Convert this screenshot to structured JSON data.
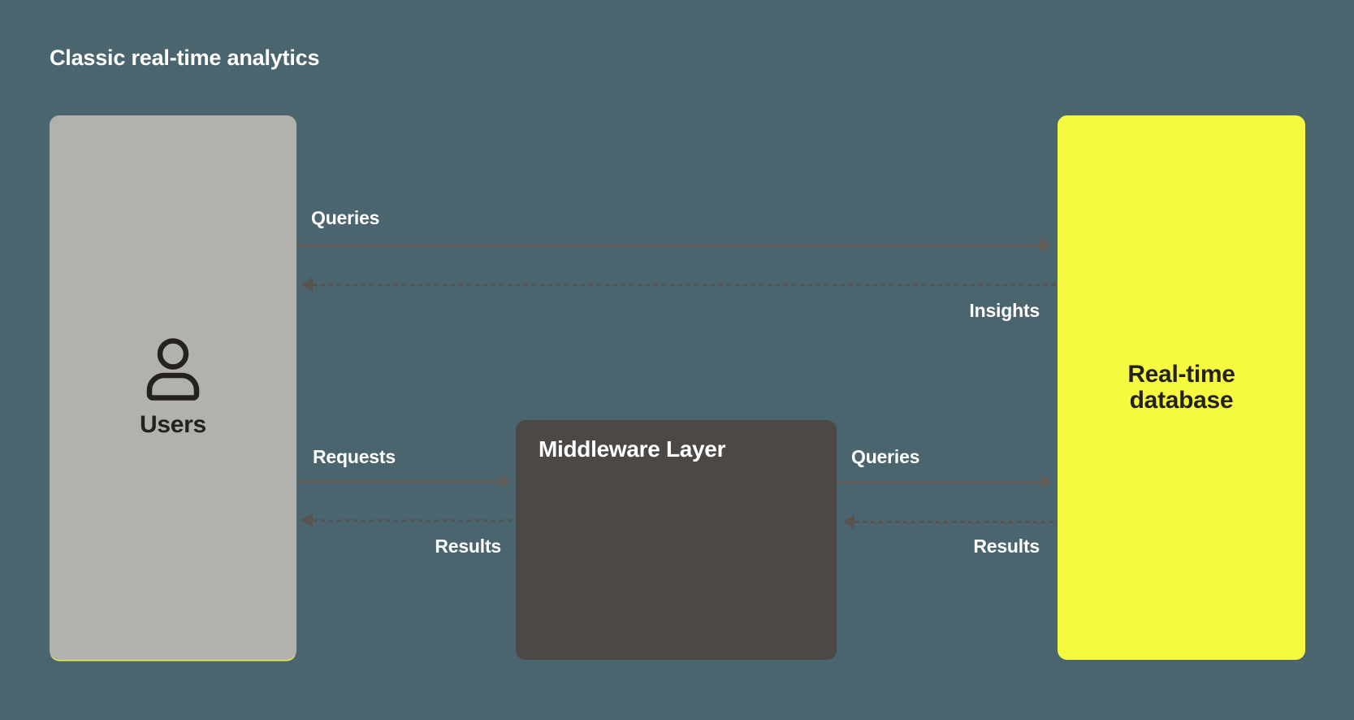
{
  "title": "Classic real-time analytics",
  "colors": {
    "background": "#4a656e",
    "users_box": "#b1b1ae",
    "middleware_box": "#4b4846",
    "database_box": "#f5fa41",
    "solid_arrow": "#615d58",
    "dashed_arrow": "#575350",
    "label_text": "#ffffff",
    "dark_text": "#24211e",
    "users_shadow": "#e8f23f"
  },
  "nodes": {
    "users": {
      "label": "Users",
      "icon": "user-icon"
    },
    "middleware": {
      "label": "Middleware Layer"
    },
    "database": {
      "label": "Real-time database"
    }
  },
  "arrows": {
    "queries_top": {
      "label": "Queries",
      "style": "solid",
      "direction": "right",
      "from": "users",
      "to": "database"
    },
    "insights": {
      "label": "Insights",
      "style": "dashed",
      "direction": "left",
      "from": "database",
      "to": "users"
    },
    "requests": {
      "label": "Requests",
      "style": "solid",
      "direction": "right",
      "from": "users",
      "to": "middleware"
    },
    "results_left": {
      "label": "Results",
      "style": "dashed",
      "direction": "left",
      "from": "middleware",
      "to": "users"
    },
    "queries_middle": {
      "label": "Queries",
      "style": "solid",
      "direction": "right",
      "from": "middleware",
      "to": "database"
    },
    "results_right": {
      "label": "Results",
      "style": "dashed",
      "direction": "left",
      "from": "database",
      "to": "middleware"
    }
  }
}
